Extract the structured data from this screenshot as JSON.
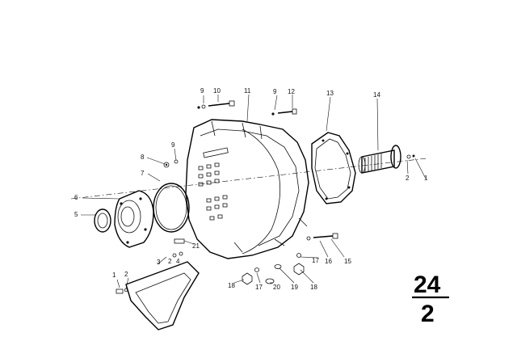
{
  "diagram": {
    "reference": {
      "top": "24",
      "bottom": "2"
    },
    "callouts": [
      {
        "id": "c1a",
        "text": "1"
      },
      {
        "id": "c2a",
        "text": "2"
      },
      {
        "id": "c3",
        "text": "3"
      },
      {
        "id": "c4",
        "text": "4"
      },
      {
        "id": "c2b",
        "text": "2"
      },
      {
        "id": "c5",
        "text": "5"
      },
      {
        "id": "c6",
        "text": "6"
      },
      {
        "id": "c7",
        "text": "7"
      },
      {
        "id": "c8",
        "text": "8"
      },
      {
        "id": "c9a",
        "text": "9"
      },
      {
        "id": "c9b",
        "text": "9"
      },
      {
        "id": "c10",
        "text": "10"
      },
      {
        "id": "c11",
        "text": "11"
      },
      {
        "id": "c9c",
        "text": "9"
      },
      {
        "id": "c12",
        "text": "12"
      },
      {
        "id": "c13",
        "text": "13"
      },
      {
        "id": "c14",
        "text": "14"
      },
      {
        "id": "c2c",
        "text": "2"
      },
      {
        "id": "c1b",
        "text": "1"
      },
      {
        "id": "c21",
        "text": "21"
      },
      {
        "id": "c15",
        "text": "15"
      },
      {
        "id": "c16",
        "text": "16"
      },
      {
        "id": "c17a",
        "text": "17"
      },
      {
        "id": "c17b",
        "text": "17"
      },
      {
        "id": "c18a",
        "text": "18"
      },
      {
        "id": "c19",
        "text": "19"
      },
      {
        "id": "c20",
        "text": "20"
      },
      {
        "id": "c18b",
        "text": "18"
      }
    ]
  }
}
